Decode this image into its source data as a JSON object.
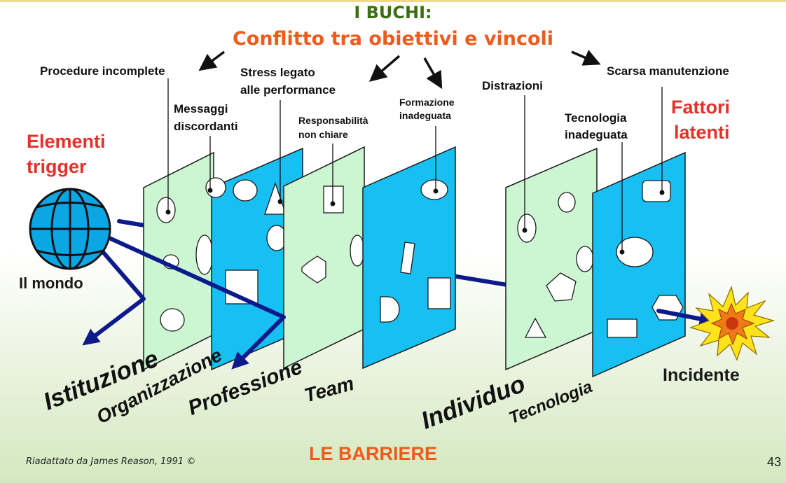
{
  "title": {
    "line1": "I BUCHI:",
    "line2": "Conflitto tra obiettivi e vincoli"
  },
  "holes": {
    "procedure": "Procedure incomplete",
    "stress_1": "Stress legato",
    "stress_2": "alle performance",
    "formazione_1": "Formazione",
    "formazione_2": "inadeguata",
    "distrazioni": "Distrazioni",
    "manutenzione": "Scarsa manutenzione",
    "messaggi_1": "Messaggi",
    "messaggi_2": "discordanti",
    "responsabilita_1": "Responsabilità",
    "responsabilita_2": "non chiare",
    "tecnologia_1": "Tecnologia",
    "tecnologia_2": "inadeguata"
  },
  "side": {
    "trigger_1": "Elementi",
    "trigger_2": "trigger",
    "latent_1": "Fattori",
    "latent_2": "latenti",
    "world": "Il mondo",
    "incident": "Incidente"
  },
  "layers": {
    "istituzione": "Istituzione",
    "organizzazione": "Organizzazione",
    "professione": "Professione",
    "team": "Team",
    "individuo": "Individuo",
    "tecnologia": "Tecnologia"
  },
  "footer": {
    "barriere": "LE BARRIERE",
    "credit": "Riadattato da  James Reason, 1991 ©",
    "page": "43"
  },
  "colors": {
    "light_panel": "#ccf5d2",
    "blue_panel": "#17bff2",
    "arrow": "#0d1a8c",
    "title_green": "#3a6e14",
    "title_orange": "#f05a1a",
    "red_label": "#e8302a"
  }
}
